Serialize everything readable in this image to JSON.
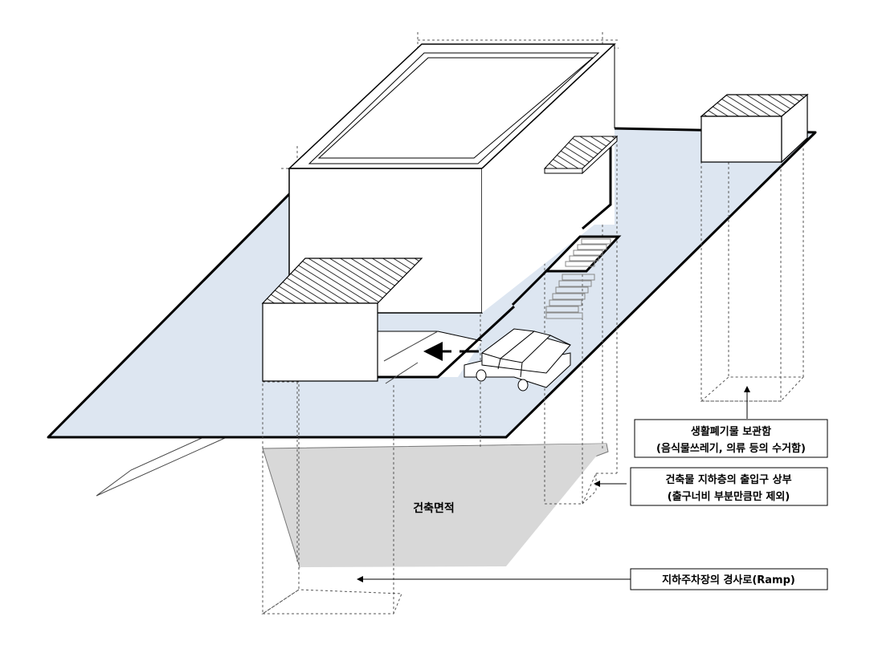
{
  "labels": {
    "waste_box_line1": "생활폐기물 보관함",
    "waste_box_line2": "(음식물쓰레기, 의류 등의 수거함)",
    "entrance_line1": "건축물 지하층의 출입구 상부",
    "entrance_line2": "(출구너비 부분만큼만 제외)",
    "ramp": "지하주차장의 경사로(Ramp)",
    "building_area": "건축면적"
  },
  "colors": {
    "site_fill": "#dde6f1",
    "footprint_fill": "#d8d8d8",
    "line": "#000000",
    "dashed": "#555555",
    "background": "#ffffff"
  }
}
